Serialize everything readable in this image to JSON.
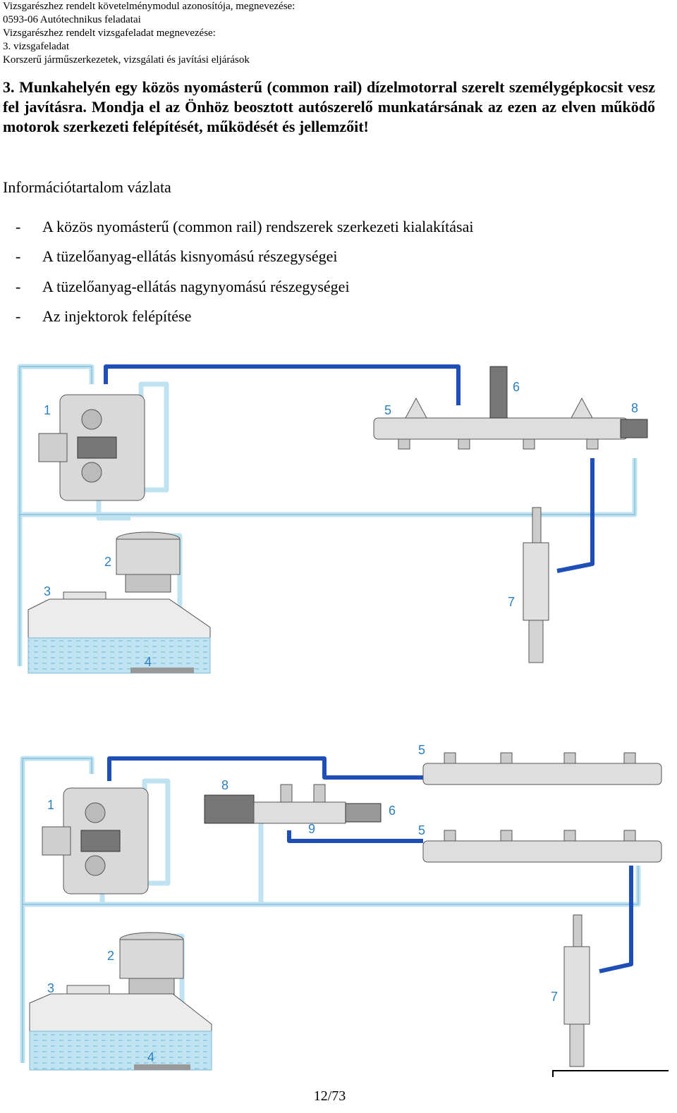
{
  "header": {
    "line1": "Vizsgarészhez rendelt követelménymodul azonosítója, megnevezése:",
    "line2": "0593-06 Autótechnikus feladatai",
    "line3": "Vizsgarészhez rendelt vizsgafeladat megnevezése:",
    "line4": "3. vizsgafeladat",
    "line5": "Korszerű járműszerkezetek, vizsgálati és javítási eljárások"
  },
  "task": "3. Munkahelyén egy közös nyomásterű (common rail) dízelmotorral szerelt személygépkocsit vesz fel javításra. Mondja el az Önhöz beosztott autószerelő munkatársának az ezen az elven működő motorok szerkezeti felépítését, működését és jellemzőit!",
  "outline": {
    "title": "Információtartalom vázlata",
    "items": [
      {
        "dash": "-",
        "text": "A közös nyomásterű (common rail) rendszerek szerkezeti kialakításai"
      },
      {
        "dash": "-",
        "text": "A tüzelőanyag-ellátás kisnyomású részegységei"
      },
      {
        "dash": "-",
        "text": "A tüzelőanyag-ellátás nagynyomású részegységei"
      },
      {
        "dash": "-",
        "text": "Az injektorok felépítése"
      }
    ]
  },
  "diagram1": {
    "labels": {
      "pump": "1",
      "filter": "2",
      "tank_label": "3",
      "tank_inner": "4",
      "rail": "5",
      "pressure_valve": "6",
      "injector": "7",
      "sensor": "8"
    }
  },
  "diagram2": {
    "labels": {
      "pump": "1",
      "filter": "2",
      "tank_label": "3",
      "tank_inner": "4",
      "rail_top": "5",
      "rail_bottom": "5",
      "valve": "6",
      "injector": "7",
      "regulator": "8",
      "distributor": "9"
    }
  },
  "footer": {
    "page": "12/73"
  },
  "colors": {
    "low_pressure": "#bfe3f1",
    "high_pressure": "#1e4fb8",
    "label_blue": "#2a7fbf",
    "fuel": "#a9d6ee"
  }
}
